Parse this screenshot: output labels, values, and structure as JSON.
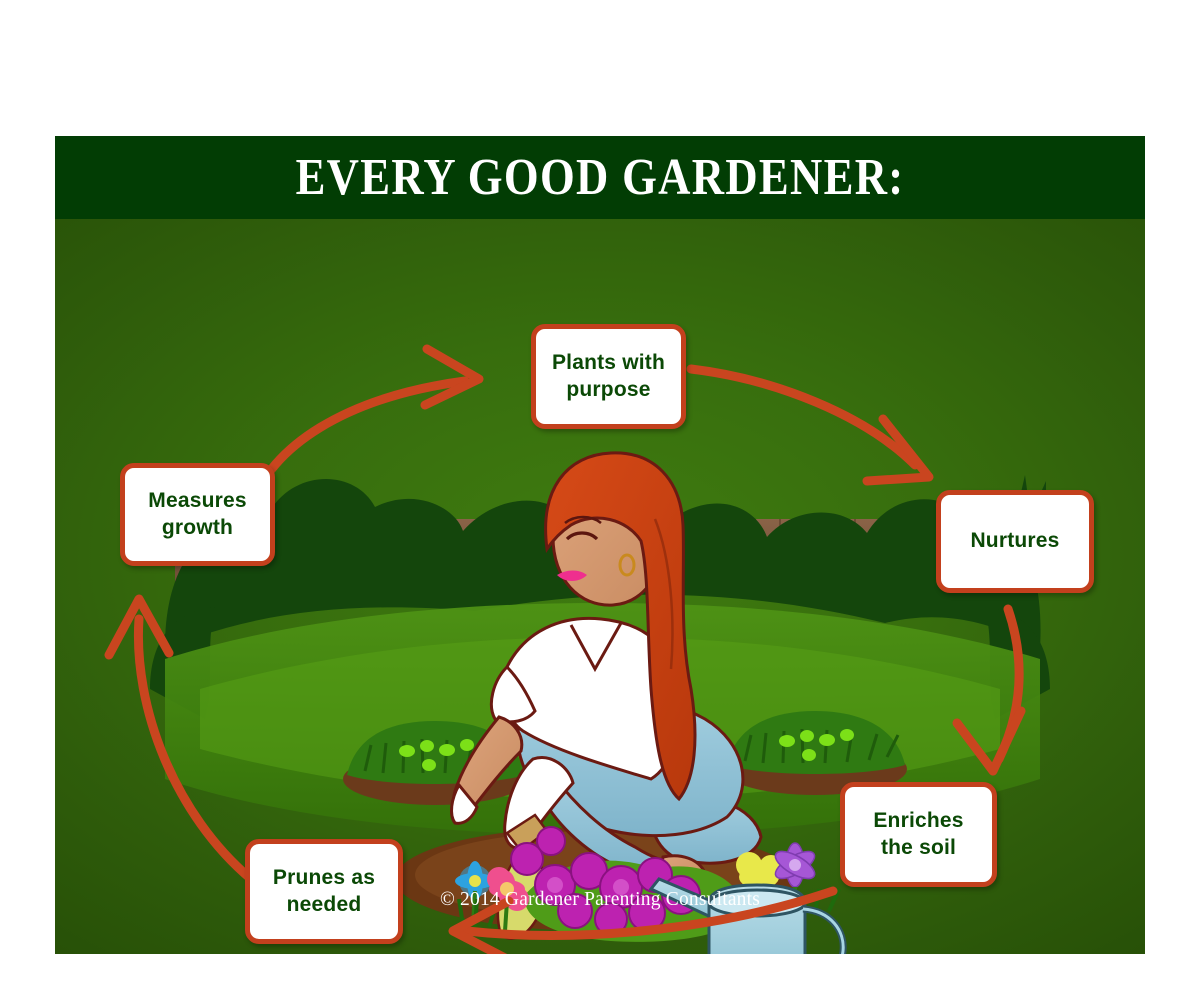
{
  "slide": {
    "title": "EVERY GOOD GARDENER:",
    "footer": "© 2014 Gardener Parenting Consultants",
    "colors": {
      "title_bar_bg": "#023d04",
      "title_text": "#ffffff",
      "stage_green_center": "#3f7c10",
      "stage_green_edge": "#275007",
      "box_border": "#c3401d",
      "box_fill": "#ffffff",
      "box_text": "#0b4906",
      "arrow": "#c9451f"
    }
  },
  "cycle": {
    "steps": [
      {
        "id": "plants",
        "label": "Plants with\npurpose",
        "label_line1": "Plants with",
        "label_line2": "purpose",
        "position": "top"
      },
      {
        "id": "nurtures",
        "label": "Nurtures",
        "label_line1": "Nurtures",
        "label_line2": "",
        "position": "right-top"
      },
      {
        "id": "enriches",
        "label": "Enriches\nthe soil",
        "label_line1": "Enriches",
        "label_line2": "the soil",
        "position": "right-bottom"
      },
      {
        "id": "prunes",
        "label": "Prunes as\nneeded",
        "label_line1": "Prunes as",
        "label_line2": "needed",
        "position": "bottom-left"
      },
      {
        "id": "measures",
        "label": "Measures\ngrowth",
        "label_line1": "Measures",
        "label_line2": "growth",
        "position": "left-top"
      }
    ],
    "arrows": [
      {
        "id": "measures-to-plants",
        "from": "measures",
        "to": "plants",
        "direction": "up-right"
      },
      {
        "id": "plants-to-nurtures",
        "from": "plants",
        "to": "nurtures",
        "direction": "down-right"
      },
      {
        "id": "nurtures-to-enriches",
        "from": "nurtures",
        "to": "enriches",
        "direction": "down"
      },
      {
        "id": "enriches-to-prunes",
        "from": "enriches",
        "to": "prunes",
        "direction": "left"
      },
      {
        "id": "prunes-to-measures",
        "from": "prunes",
        "to": "measures",
        "direction": "up"
      }
    ]
  },
  "illustration": {
    "name": "woman-gardening-scene",
    "description": "A red-haired woman in a white top and light blue jeans kneels in a garden planting purple flowers, with a trowel and a light blue watering can beside her.",
    "elements": [
      "wooden-fence",
      "hedge-row",
      "lawn",
      "shrub-bed-left",
      "shrub-bed-right",
      "gardener-figure",
      "purple-flower-bed",
      "garden-trowel",
      "watering-can",
      "blue-flower",
      "pink-flower",
      "yellow-flower",
      "violet-flower"
    ]
  }
}
